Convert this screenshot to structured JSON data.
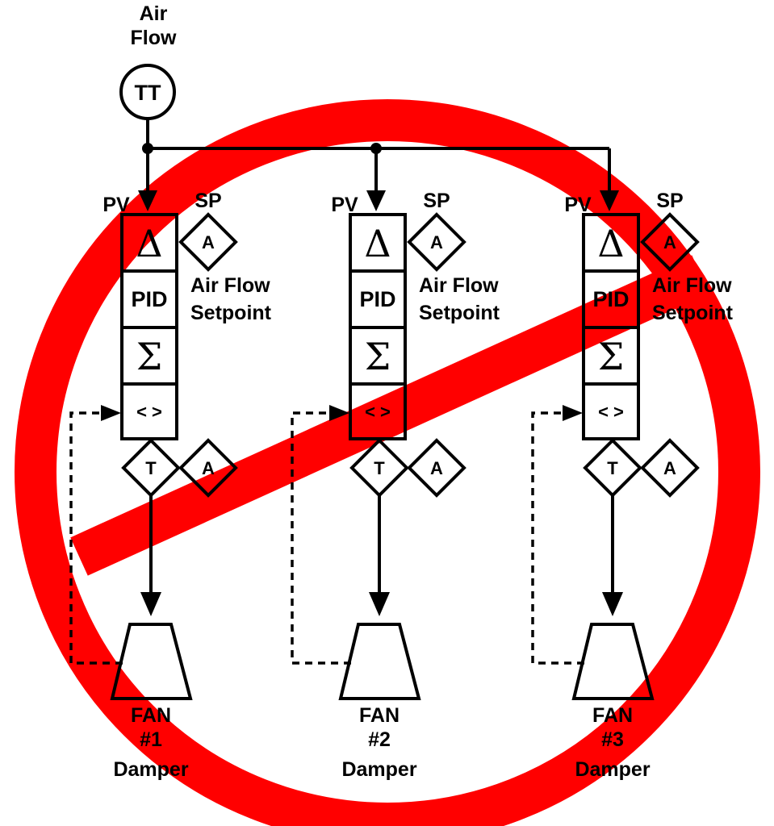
{
  "diagram": {
    "transmitter": {
      "title_line1": "Air",
      "title_line2": "Flow",
      "symbol": "TT"
    },
    "labels": {
      "pv": "PV",
      "sp": "SP",
      "delta": "Δ",
      "pid": "PID",
      "sum": "Σ",
      "limit": "< >",
      "mode_a": "A",
      "mode_t": "T",
      "setpoint_line1": "Air Flow",
      "setpoint_line2": "Setpoint"
    },
    "loops": [
      {
        "fan_line1": "FAN",
        "fan_line2": "#1",
        "fan_line3": "Damper"
      },
      {
        "fan_line1": "FAN",
        "fan_line2": "#2",
        "fan_line3": "Damper"
      },
      {
        "fan_line1": "FAN",
        "fan_line2": "#3",
        "fan_line3": "Damper"
      }
    ],
    "colors": {
      "prohibition": "#ff0000",
      "line": "#000000",
      "fill": "#ffffff"
    }
  }
}
